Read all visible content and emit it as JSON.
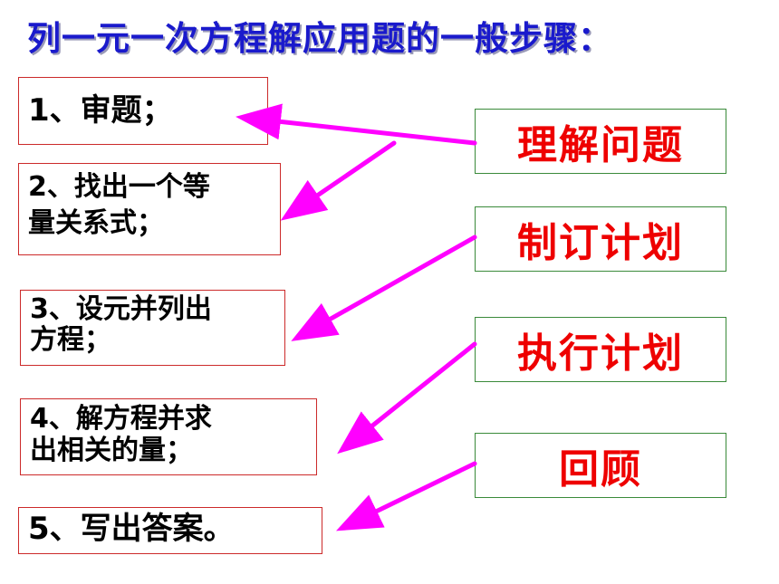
{
  "title": "列一元一次方程解应用题的一般步骤：",
  "steps": [
    {
      "lines": [
        "1、审题；"
      ]
    },
    {
      "lines": [
        "2、找出一个等",
        "量关系式；"
      ]
    },
    {
      "lines": [
        "3、设元并列出",
        "方程；"
      ]
    },
    {
      "lines": [
        "4、解方程并求",
        "出相关的量；"
      ]
    },
    {
      "lines": [
        "5、写出答案。"
      ]
    }
  ],
  "phases": [
    {
      "label": "理解问题"
    },
    {
      "label": "制订计划"
    },
    {
      "label": "执行计划"
    },
    {
      "label": "回顾"
    }
  ],
  "colors": {
    "title": "#1a1acc",
    "arrow": "#ff00ff",
    "phase_text": "#ee0000",
    "step_border": "#cc2a2a",
    "phase_border": "#3a8a3a"
  }
}
